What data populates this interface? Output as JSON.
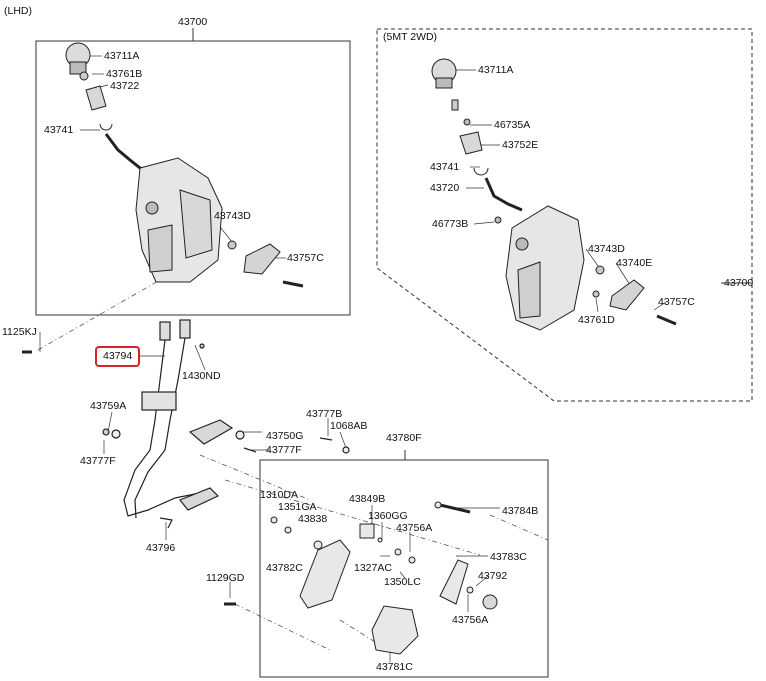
{
  "title": "(LHD)",
  "variant_title": "(5MT 2WD)",
  "highlight_color": "#d4232a",
  "labels": {
    "top_box_ref": "43700",
    "l_43711A": "43711A",
    "l_43761B": "43761B",
    "l_43722": "43722",
    "l_43741": "43741",
    "l_43743D": "43743D",
    "l_43757C": "43757C",
    "r_43711A": "43711A",
    "r_46735A": "46735A",
    "r_43752E": "43752E",
    "r_43741": "43741",
    "r_43720": "43720",
    "r_46773B": "46773B",
    "r_43743D": "43743D",
    "r_43740E": "43740E",
    "r_43700": "43700",
    "r_43757C": "43757C",
    "r_43761D": "43761D",
    "l_1125KJ": "1125KJ",
    "l_43794": "43794",
    "l_1430ND": "1430ND",
    "l_43759A": "43759A",
    "l_43777F_a": "43777F",
    "l_43796": "43796",
    "l_43777B": "43777B",
    "l_1068AB": "1068AB",
    "l_43750G": "43750G",
    "l_43777F_b": "43777F",
    "l_43780F": "43780F",
    "l_1310DA": "1310DA",
    "l_1351GA": "1351GA",
    "l_43838": "43838",
    "l_43849B": "43849B",
    "l_1360GG": "1360GG",
    "l_43756A_a": "43756A",
    "l_43784B": "43784B",
    "l_43782C": "43782C",
    "l_1327AC": "1327AC",
    "l_1350LC": "1350LC",
    "l_43783C": "43783C",
    "l_43792": "43792",
    "l_1129GD": "1129GD",
    "l_43756A_b": "43756A",
    "l_43781C": "43781C"
  }
}
